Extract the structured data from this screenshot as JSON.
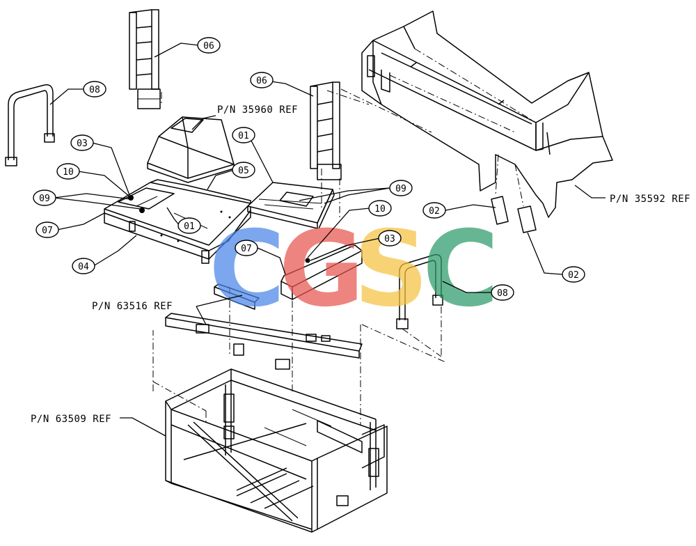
{
  "callouts": {
    "c06_top": "06",
    "c08_left": "08",
    "c03_left": "03",
    "c10_left": "10",
    "c09_left": "09",
    "c07_left": "07",
    "c01_lower": "01",
    "c05": "05",
    "c01_upper": "01",
    "c04": "04",
    "c06_mid": "06",
    "c09_right": "09",
    "c10_right": "10",
    "c07_right": "07",
    "c03_right": "03",
    "c08_right": "08",
    "c02_left": "02",
    "c02_right": "02"
  },
  "references": {
    "ref_35960": "P/N 35960 REF",
    "ref_35592": "P/N 35592 REF",
    "ref_63516": "P/N 63516 REF",
    "ref_63509": "P/N 63509 REF"
  },
  "watermark": {
    "letters": [
      "C",
      "G",
      "S",
      "C"
    ],
    "colors": [
      "#4a86e8",
      "#e8554e",
      "#f6c342",
      "#2e9b6a"
    ]
  }
}
